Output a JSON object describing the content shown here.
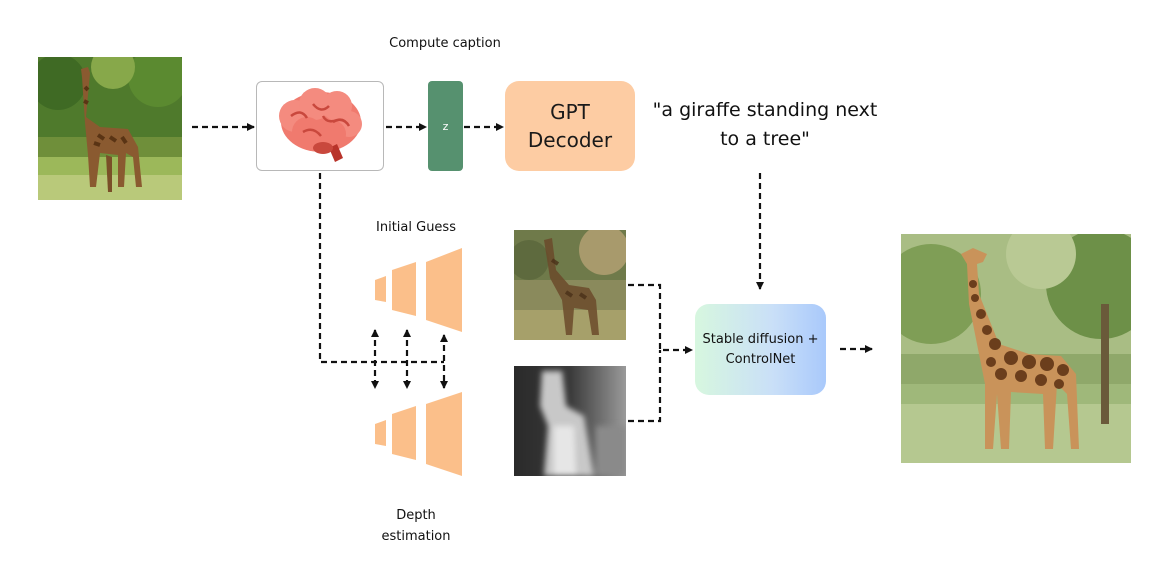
{
  "labels": {
    "compute_caption": "Compute caption",
    "initial_guess": "Initial Guess",
    "depth_estimation_line1": "Depth",
    "depth_estimation_line2": "estimation"
  },
  "z_label": "z",
  "gpt_decoder": {
    "line1": "GPT",
    "line2": "Decoder"
  },
  "caption": {
    "line1": "\"a giraffe standing next",
    "line2": "to a tree\""
  },
  "stable_diffusion": {
    "line1": "Stable diffusion +",
    "line2": "ControlNet"
  },
  "colors": {
    "z_box": "#56916f",
    "gpt_box": "#fdcca3",
    "unet_blocks": "#fbbf8a",
    "brain": "#f07a6e",
    "sd_gradient_start": "#d7f7df",
    "sd_gradient_end": "#a9c9fb"
  },
  "icons": {
    "encoder": "brain-icon",
    "input_image": "giraffe-photo",
    "initial_guess_image": "blurry-giraffe-photo",
    "depth_image": "depth-map",
    "output_image": "generated-giraffe-photo"
  }
}
